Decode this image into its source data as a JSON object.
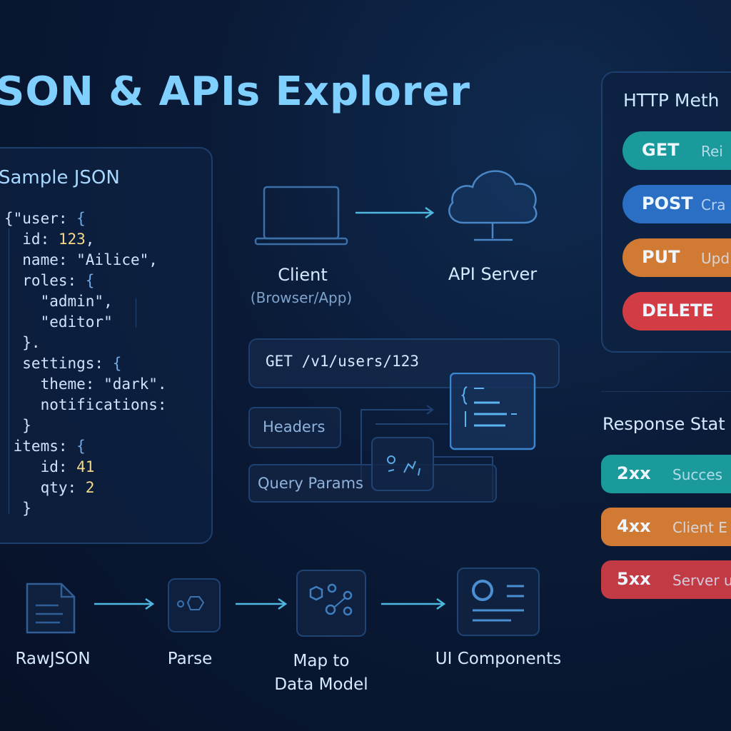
{
  "title": "SON & APIs Explorer",
  "sample_json": {
    "title": "Sample JSON",
    "lines": [
      [
        {
          "t": "{\"user: ",
          "c": ""
        },
        {
          "t": "{",
          "c": "br"
        }
      ],
      [
        {
          "t": "  id: ",
          "c": ""
        },
        {
          "t": "123",
          "c": "num"
        },
        {
          "t": ",",
          "c": ""
        }
      ],
      [
        {
          "t": "  name: \"Ailice\",",
          "c": ""
        }
      ],
      [
        {
          "t": "  roles: ",
          "c": ""
        },
        {
          "t": "{",
          "c": "br"
        }
      ],
      [
        {
          "t": "    \"admin\",",
          "c": ""
        }
      ],
      [
        {
          "t": "    \"editor\"",
          "c": ""
        }
      ],
      [
        {
          "t": "  }.",
          "c": ""
        }
      ],
      [
        {
          "t": "  settings: ",
          "c": ""
        },
        {
          "t": "{",
          "c": "br"
        }
      ],
      [
        {
          "t": "    theme: \"dark\".",
          "c": ""
        }
      ],
      [
        {
          "t": "    notifications:",
          "c": ""
        }
      ],
      [
        {
          "t": "  }",
          "c": ""
        }
      ],
      [
        {
          "t": " items: ",
          "c": ""
        },
        {
          "t": "{",
          "c": "br"
        }
      ],
      [
        {
          "t": "    id: ",
          "c": ""
        },
        {
          "t": "41",
          "c": "num"
        }
      ],
      [
        {
          "t": "    qty: ",
          "c": ""
        },
        {
          "t": "2",
          "c": "num"
        }
      ],
      [
        {
          "t": "  }",
          "c": ""
        }
      ]
    ]
  },
  "client": {
    "label": "Client",
    "sublabel": "(Browser/App)"
  },
  "server": {
    "label": "API Server"
  },
  "request": {
    "line": "GET /v1/users/123",
    "headers_label": "Headers",
    "query_label": "Query Params"
  },
  "http_methods": {
    "title": "HTTP Meth",
    "items": [
      {
        "method": "GET",
        "desc": "Rei",
        "color": "#1a9a9a"
      },
      {
        "method": "POST",
        "desc": "Cra",
        "color": "#2a6fc4"
      },
      {
        "method": "PUT",
        "desc": "Upd",
        "color": "#d07a33"
      },
      {
        "method": "DELETE",
        "desc": "",
        "color": "#d23c44"
      }
    ]
  },
  "response_status": {
    "title": "Response Stat",
    "items": [
      {
        "code": "2xx",
        "desc": "Succes",
        "color": "#1a9a9a"
      },
      {
        "code": "4xx",
        "desc": "Client E",
        "color": "#d07a33"
      },
      {
        "code": "5xx",
        "desc": "Server u",
        "color": "#c23a44"
      }
    ]
  },
  "pipeline": [
    {
      "label": "RawJSON",
      "icon": "document-icon"
    },
    {
      "label": "Parse",
      "icon": "parse-icon"
    },
    {
      "label": "Map to\nData Model",
      "icon": "data-model-icon"
    },
    {
      "label": "UI Components",
      "icon": "ui-components-icon"
    }
  ],
  "colors": {
    "accent": "#7fd0ff",
    "arrow": "#4fb8e0"
  }
}
